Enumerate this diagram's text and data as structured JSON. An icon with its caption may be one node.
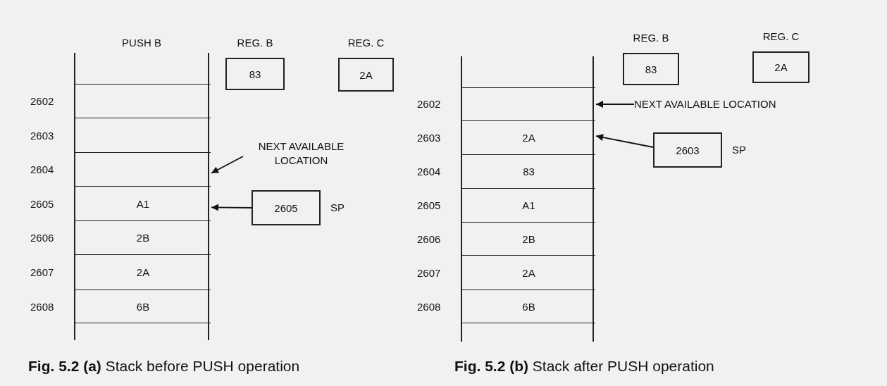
{
  "diagram": {
    "nodes": [
      {
        "text": [
          "PUSH B"
        ]
      },
      {
        "text": [],
        "shape": "box",
        "in": 0,
        "beside": [
          "2602"
        ]
      },
      {
        "text": [],
        "shape": "box",
        "in": 0,
        "beside": [
          "2603"
        ]
      },
      {
        "text": [],
        "shape": "box",
        "in": 0,
        "beside": [
          "2604"
        ]
      },
      {
        "text": [
          "A1"
        ],
        "in": 0,
        "beside": [
          "2605"
        ]
      },
      {
        "text": [
          "2B"
        ],
        "in": 0,
        "beside": [
          "2606"
        ]
      },
      {
        "text": [
          "2A"
        ],
        "in": 0,
        "beside": [
          "2607"
        ]
      },
      {
        "text": [
          "6B"
        ],
        "in": 0,
        "beside": [
          "2608"
        ]
      },
      {
        "text": [
          "REG. B",
          "83"
        ]
      },
      {
        "text": [
          "REG. C",
          "2A"
        ]
      },
      {
        "text": [
          "NEXT AVAILABLE LOCATION"
        ]
      },
      {
        "text": [
          "2605"
        ],
        "beside": [
          "SP"
        ]
      },
      {
        "text": [],
        "shape": "box"
      },
      {
        "text": [],
        "shape": "box",
        "in": 12,
        "beside": [
          "2602"
        ]
      },
      {
        "text": [
          "2A"
        ],
        "in": 12,
        "beside": [
          "2603"
        ]
      },
      {
        "text": [
          "83"
        ],
        "in": 12,
        "beside": [
          "2604"
        ]
      },
      {
        "text": [
          "A1"
        ],
        "in": 12,
        "beside": [
          "2605"
        ]
      },
      {
        "text": [
          "2B"
        ],
        "in": 12,
        "beside": [
          "2606"
        ]
      },
      {
        "text": [
          "2A"
        ],
        "in": 12,
        "beside": [
          "2607"
        ]
      },
      {
        "text": [
          "6B"
        ],
        "in": 12,
        "beside": [
          "2608"
        ]
      },
      {
        "text": [
          "REG. B",
          "83"
        ]
      },
      {
        "text": [
          "REG. C",
          "2A"
        ]
      },
      {
        "text": [
          "NEXT AVAILABLE LOCATION"
        ]
      },
      {
        "text": [
          "2603"
        ],
        "beside": [
          "SP"
        ]
      }
    ],
    "edges": [
      {
        "from": 10,
        "to": 3,
        "arrow": "to"
      },
      {
        "from": 11,
        "to": 4,
        "arrow": "to"
      },
      {
        "from": 22,
        "to": 13,
        "arrow": "to"
      },
      {
        "from": 23,
        "to": 14,
        "arrow": "to"
      }
    ],
    "labels": [
      "**Fig. 5.2 (a)** Stack before PUSH operation",
      "**Fig. 5.2 (b)** Stack after PUSH operation"
    ]
  }
}
